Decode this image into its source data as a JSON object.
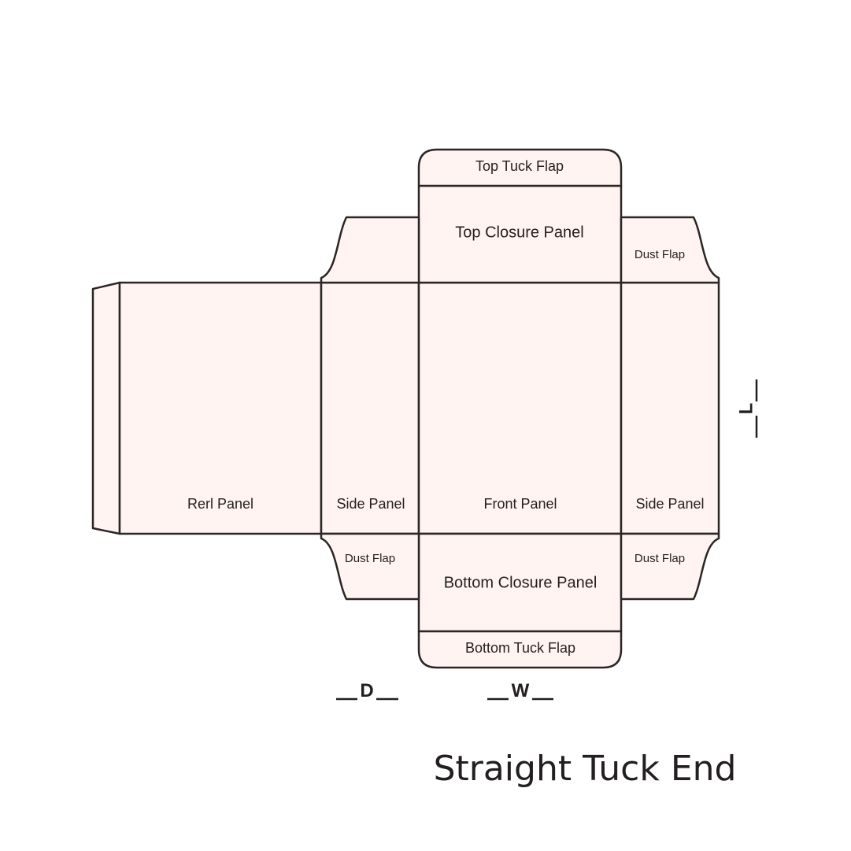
{
  "diagram": {
    "title": "Straight Tuck End",
    "panels": {
      "top_tuck_flap": "Top Tuck Flap",
      "top_closure_panel": "Top Closure Panel",
      "dust_flap_top_right": "Dust Flap",
      "rear_panel": "Rerl Panel",
      "side_panel_left": "Side Panel",
      "front_panel": "Front Panel",
      "side_panel_right": "Side Panel",
      "dust_flap_bottom_left": "Dust Flap",
      "bottom_closure_panel": "Bottom Closure Panel",
      "dust_flap_bottom_right": "Dust Flap",
      "bottom_tuck_flap": "Bottom Tuck Flap"
    },
    "dimensions": {
      "depth": "D",
      "width": "W",
      "length": "L"
    },
    "colors": {
      "panel_fill": "#fff4f1",
      "outline": "#2b2626",
      "text": "#231f20"
    }
  }
}
